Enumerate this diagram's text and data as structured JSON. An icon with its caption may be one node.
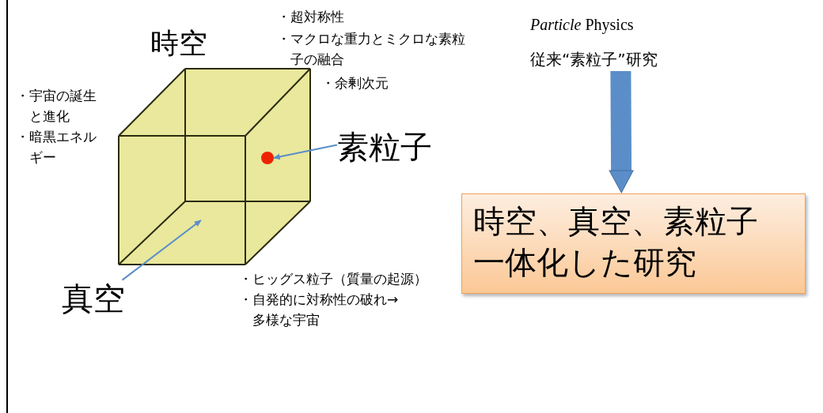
{
  "diagram": {
    "nodes": [
      {
        "text": [],
        "shape": "cube"
      },
      {
        "text": [],
        "shape": "circle",
        "in": 0
      },
      {
        "text": [
          "素粒子"
        ]
      },
      {
        "text": [
          "真空"
        ]
      },
      {
        "text": [
          "従来“素粒子”研究"
        ]
      },
      {
        "text": [
          "時空、真空、素粒子一体化した研究"
        ]
      }
    ],
    "edges": [
      {
        "from": 2,
        "to": 1,
        "arrow": "to"
      },
      {
        "from": 3,
        "to": 0,
        "arrow": "to"
      },
      {
        "from": 4,
        "to": 5,
        "arrow": "to",
        "style": "thick"
      }
    ],
    "labels": [
      "時空",
      "・超対称性",
      "・マクロな重力とミクロな素粒子の融合",
      "・余剰次元",
      "・宇宙の誕生と進化",
      "・暗黒エネルギー",
      "・ヒッグス粒子（質量の起源）",
      "・自発的に対称性の破れ→多様な宇宙",
      "*Particle* Physics"
    ]
  }
}
